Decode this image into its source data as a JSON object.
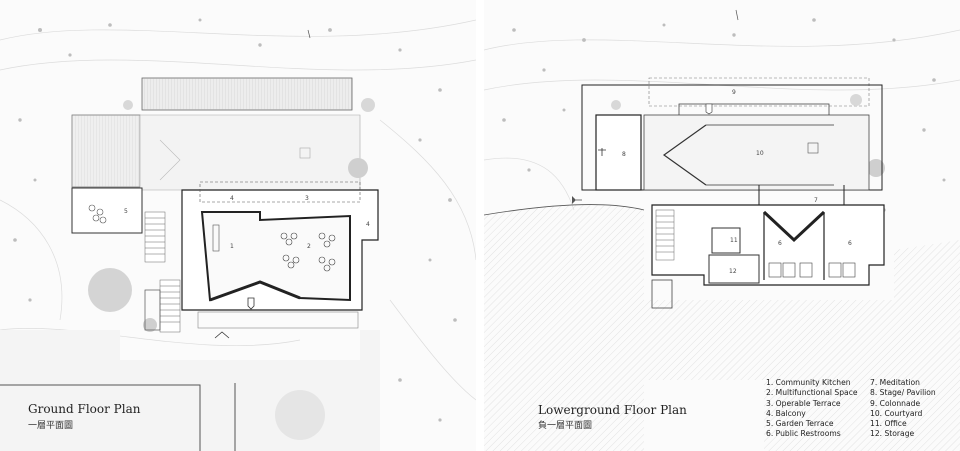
{
  "ground_plan": {
    "title": "Ground Floor Plan",
    "subtitle": "一層平面圖",
    "room_labels": [
      "5",
      "4",
      "3",
      "4",
      "1",
      "2"
    ]
  },
  "lower_plan": {
    "title": "Lowerground Floor Plan",
    "subtitle": "負一層平面圖",
    "room_labels": [
      "9",
      "8",
      "10",
      "7",
      "11",
      "6",
      "6",
      "12"
    ]
  },
  "legend": {
    "col1": [
      "1. Community Kitchen",
      "2. Multifunctional Space",
      "3. Operable Terrace",
      "4. Balcony",
      "5. Garden Terrace",
      "6. Public Restrooms"
    ],
    "col2": [
      "7. Meditation",
      "8. Stage/ Pavilion",
      "9. Colonnade",
      "10. Courtyard",
      "11. Office",
      "12. Storage"
    ]
  }
}
